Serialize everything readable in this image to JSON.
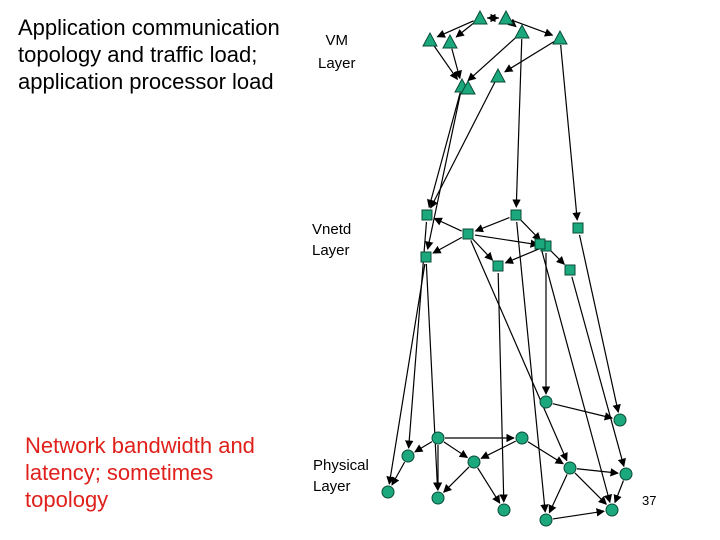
{
  "slide": {
    "app_text": "Application communication\ntopology and traffic load;\napplication processor load",
    "vm_label": "VM\nLayer",
    "vnetd_label": "Vnetd\nLayer",
    "network_text": "Network bandwidth and\nlatency; sometimes\ntopology",
    "physical_label": "Physical\nLayer",
    "page_number": "37"
  },
  "colors": {
    "node_fill": "#1aa87c",
    "node_stroke": "#0b4a36",
    "network_text": "#e0201b",
    "edge": "#000000"
  },
  "layers": [
    {
      "name": "VM",
      "node_shape": "triangle",
      "node_count": 9
    },
    {
      "name": "Vnetd",
      "node_shape": "square",
      "node_count": 9
    },
    {
      "name": "Physical",
      "node_shape": "circle",
      "node_count": 13
    }
  ]
}
